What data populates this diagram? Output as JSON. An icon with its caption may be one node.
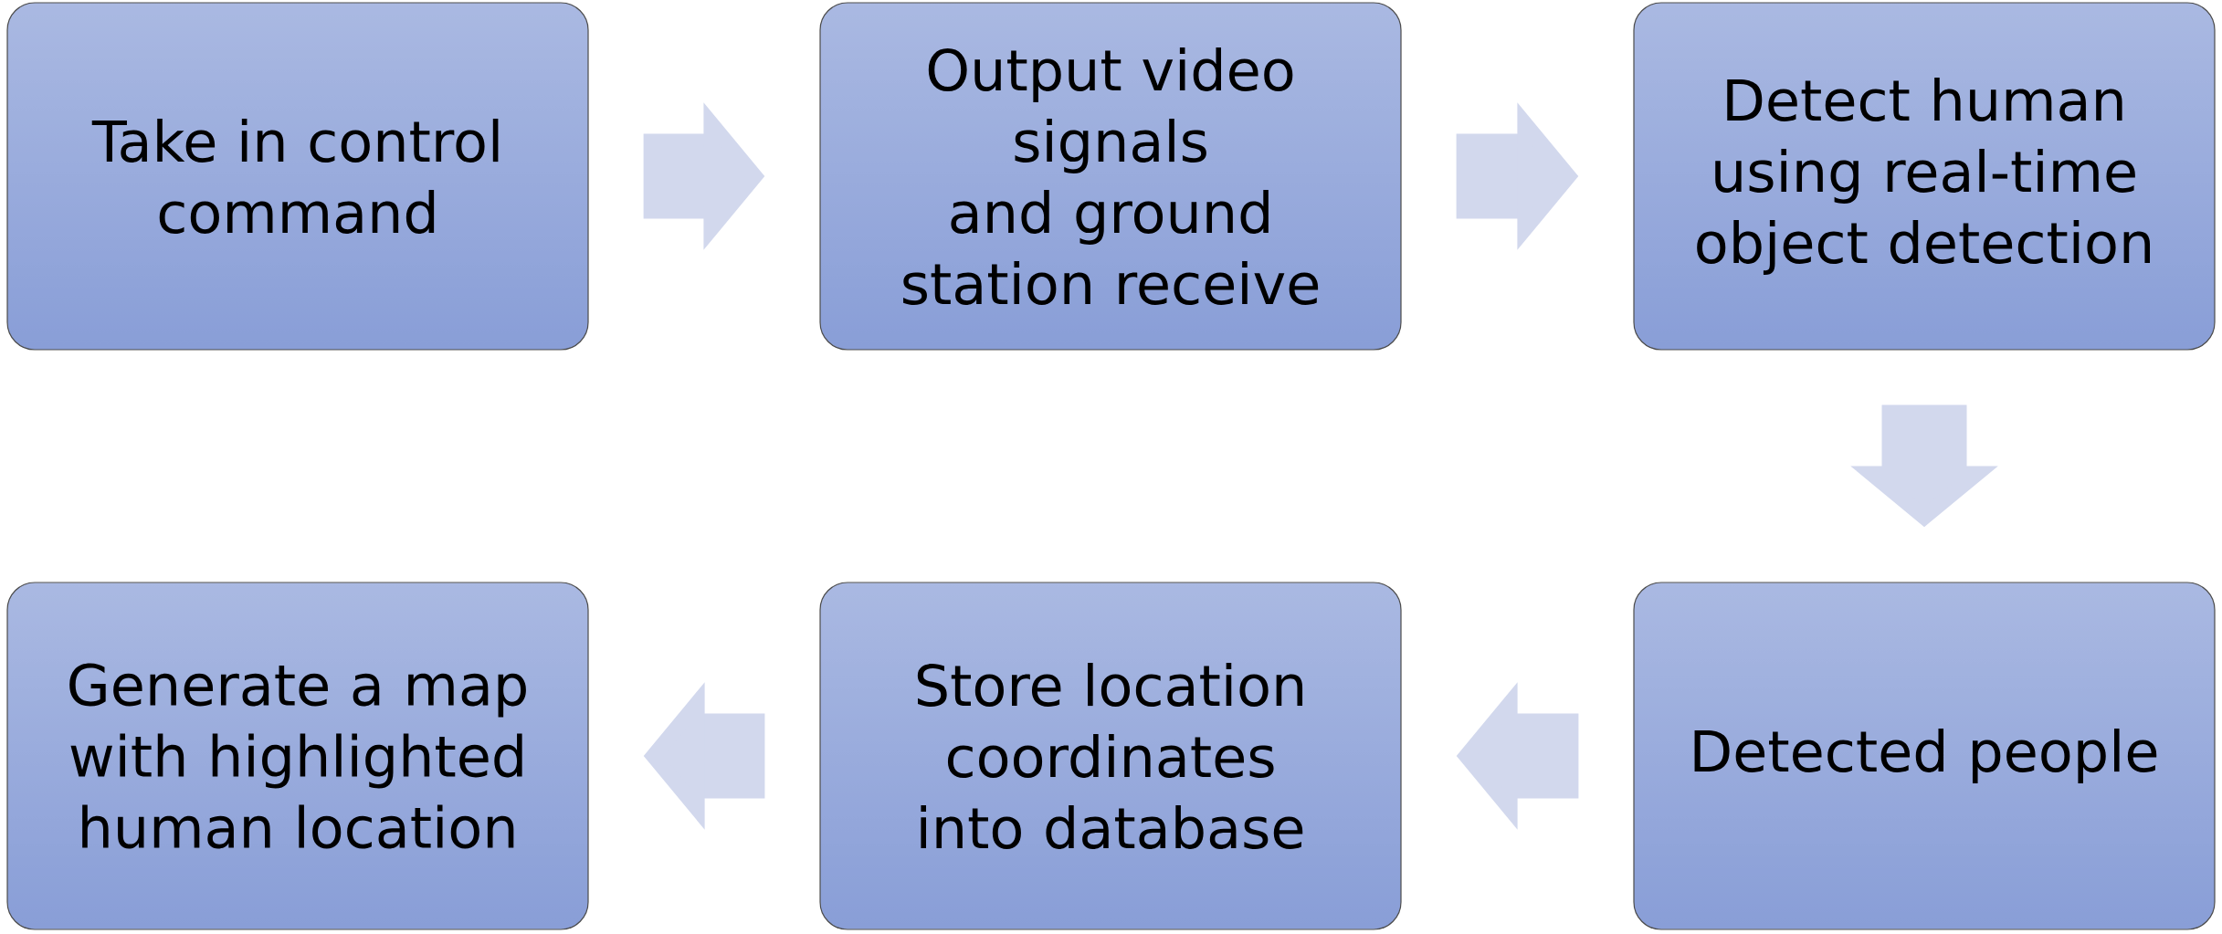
{
  "diagram": {
    "nodes": [
      {
        "text": [
          "Take in control command"
        ]
      },
      {
        "text": [
          "Output video signals and ground station receive"
        ]
      },
      {
        "text": [
          "Detect human using real-time object detection"
        ]
      },
      {
        "text": [
          "Detected people"
        ]
      },
      {
        "text": [
          "Store location coordinates into database"
        ]
      },
      {
        "text": [
          "Generate a map with highlighted human location"
        ]
      }
    ],
    "edges": [
      {
        "from": 0,
        "to": 1,
        "arrow": "to"
      },
      {
        "from": 1,
        "to": 2,
        "arrow": "to"
      },
      {
        "from": 2,
        "to": 3,
        "arrow": "to"
      },
      {
        "from": 3,
        "to": 4,
        "arrow": "to"
      },
      {
        "from": 4,
        "to": 5,
        "arrow": "to"
      }
    ]
  }
}
